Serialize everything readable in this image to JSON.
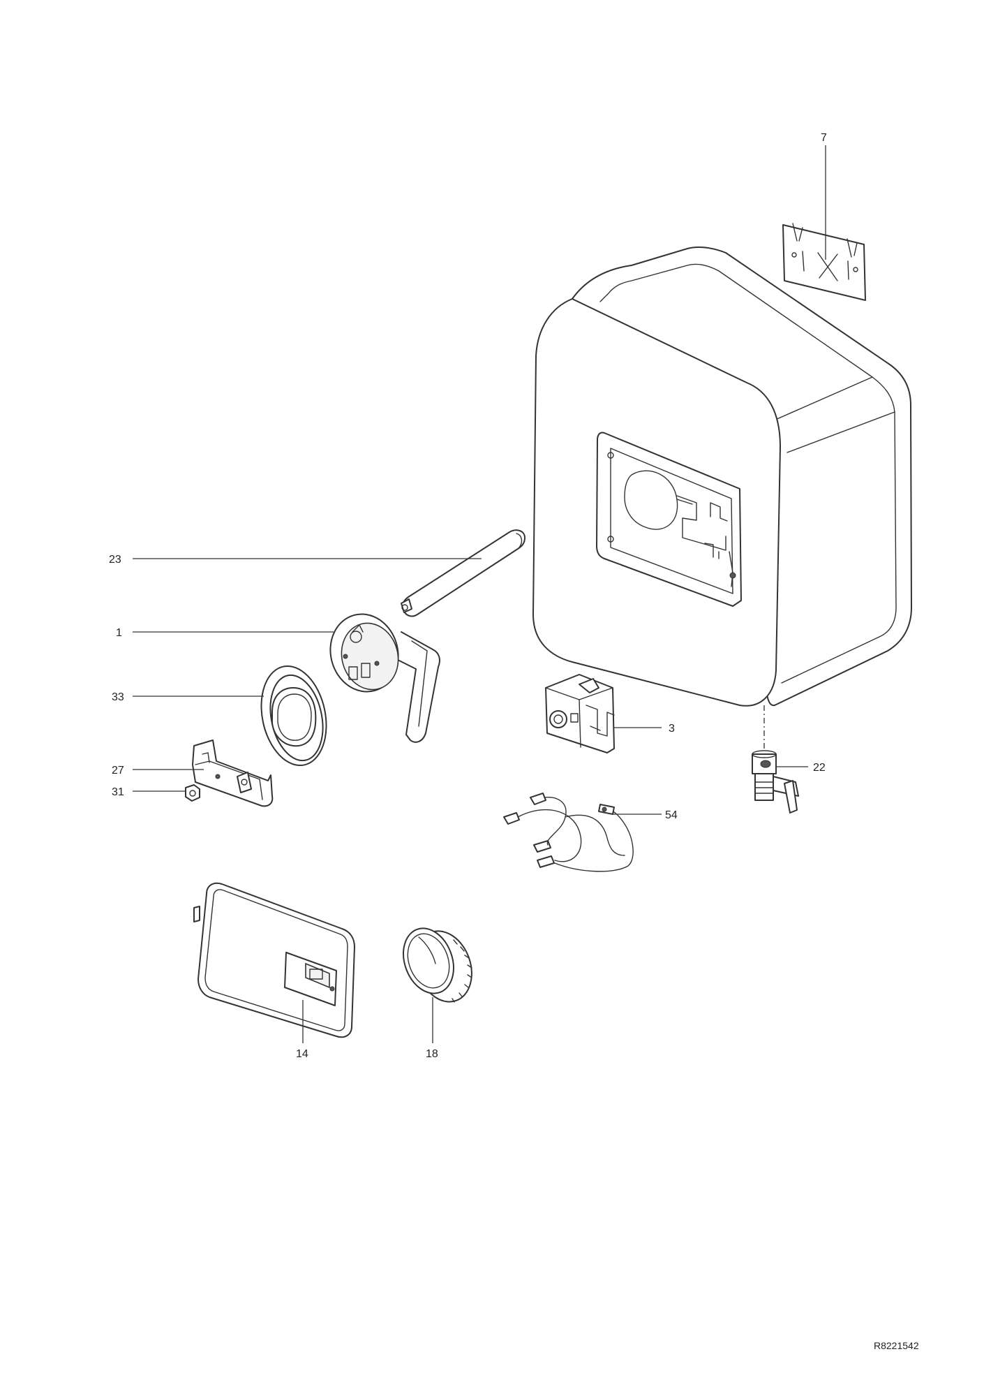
{
  "drawing": {
    "reference_code": "R8221542"
  },
  "callouts": [
    {
      "id": "c7",
      "number": "7"
    },
    {
      "id": "c23",
      "number": "23"
    },
    {
      "id": "c1",
      "number": "1"
    },
    {
      "id": "c33",
      "number": "33"
    },
    {
      "id": "c27",
      "number": "27"
    },
    {
      "id": "c31",
      "number": "31"
    },
    {
      "id": "c3",
      "number": "3"
    },
    {
      "id": "c22",
      "number": "22"
    },
    {
      "id": "c54",
      "number": "54"
    },
    {
      "id": "c14",
      "number": "14"
    },
    {
      "id": "c18",
      "number": "18"
    }
  ],
  "colors": {
    "line": "#333333",
    "background": "#ffffff"
  }
}
